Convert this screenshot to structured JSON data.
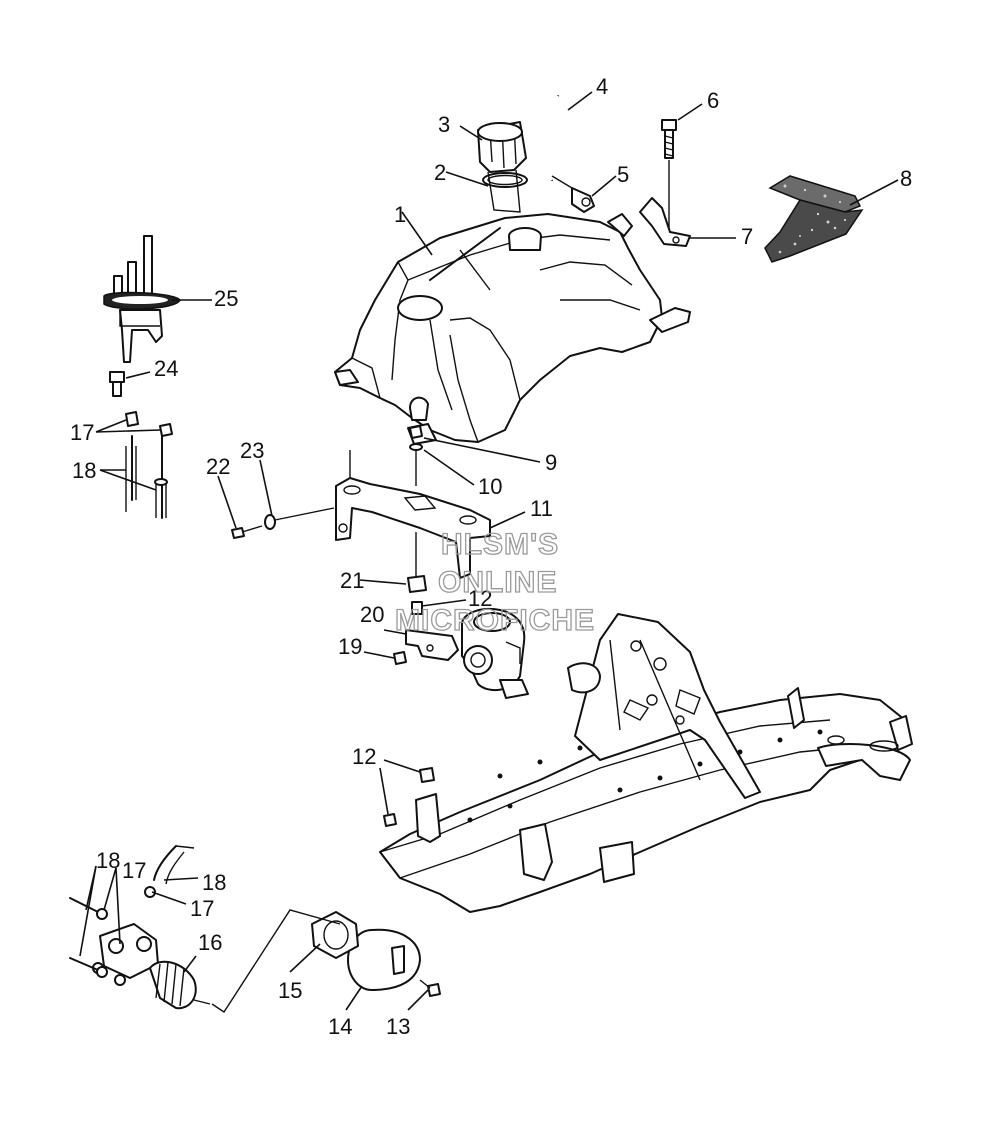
{
  "callouts": [
    {
      "id": "c1",
      "label": "1"
    },
    {
      "id": "c2",
      "label": "2"
    },
    {
      "id": "c3",
      "label": "3"
    },
    {
      "id": "c4",
      "label": "4"
    },
    {
      "id": "c5",
      "label": "5"
    },
    {
      "id": "c6",
      "label": "6"
    },
    {
      "id": "c7",
      "label": "7"
    },
    {
      "id": "c8",
      "label": "8"
    },
    {
      "id": "c9",
      "label": "9"
    },
    {
      "id": "c10",
      "label": "10"
    },
    {
      "id": "c11",
      "label": "11"
    },
    {
      "id": "c12a",
      "label": "12"
    },
    {
      "id": "c12b",
      "label": "12"
    },
    {
      "id": "c13",
      "label": "13"
    },
    {
      "id": "c14",
      "label": "14"
    },
    {
      "id": "c15",
      "label": "15"
    },
    {
      "id": "c16",
      "label": "16"
    },
    {
      "id": "c17a",
      "label": "17"
    },
    {
      "id": "c17b",
      "label": "17"
    },
    {
      "id": "c17c",
      "label": "17"
    },
    {
      "id": "c18a",
      "label": "18"
    },
    {
      "id": "c18b",
      "label": "18"
    },
    {
      "id": "c18c",
      "label": "18"
    },
    {
      "id": "c19",
      "label": "19"
    },
    {
      "id": "c20",
      "label": "20"
    },
    {
      "id": "c21",
      "label": "21"
    },
    {
      "id": "c22",
      "label": "22"
    },
    {
      "id": "c23",
      "label": "23"
    },
    {
      "id": "c24",
      "label": "24"
    },
    {
      "id": "c25",
      "label": "25"
    }
  ],
  "watermark": {
    "line1": "HLSM'S",
    "line2": "ONLINE",
    "line3": "MICROFICHE"
  }
}
